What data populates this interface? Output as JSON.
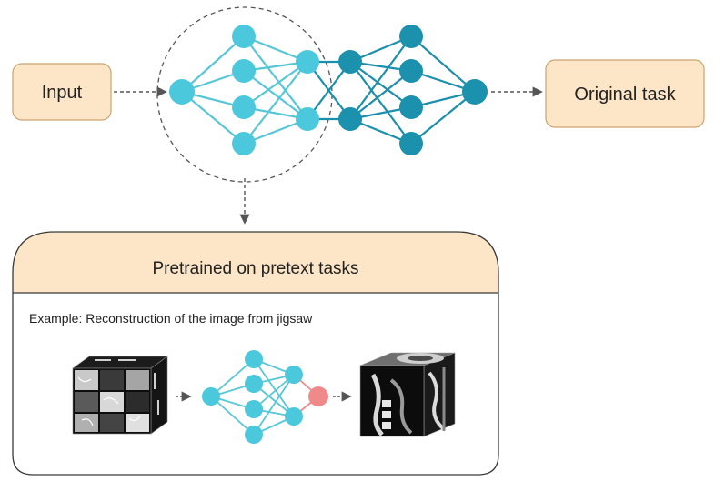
{
  "input_box": {
    "label": "Input"
  },
  "output_box": {
    "label": "Original task"
  },
  "pretext_panel": {
    "title": "Pretrained on pretext tasks",
    "example_text": "Example: Reconstruction of the image from jigsaw"
  },
  "colors": {
    "box_fill": "#fde6c7",
    "box_stroke": "#c9a46f",
    "node_light": "#4cc8dc",
    "node_dark": "#1b91ad",
    "edge_light": "#57c7d8",
    "edge_dark": "#1b8fab",
    "node_highlight": "#f08a8a",
    "dashed_line": "#555555"
  },
  "icons": {
    "jigsaw_cube": "shuffled-ct-scan-cube",
    "reconstructed_cube": "reconstructed-ct-scan-cube"
  }
}
